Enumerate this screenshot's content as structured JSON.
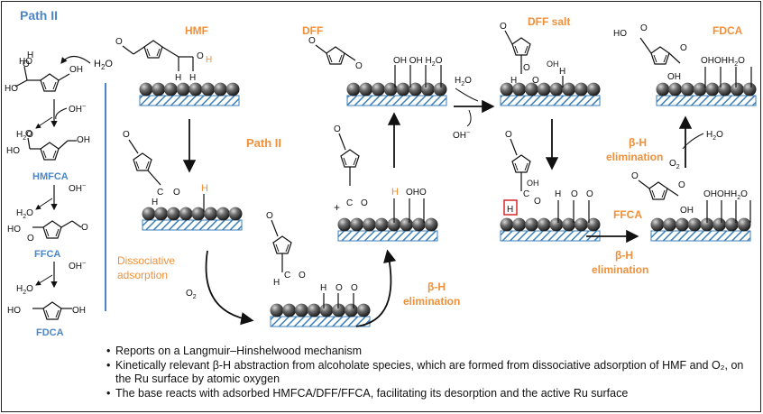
{
  "path_label": "Path II",
  "species": {
    "hmf": "HMF",
    "dff": "DFF",
    "dff_salt": "DFF salt",
    "fdca": "FDCA",
    "hmfca": "HMFCA",
    "ffca": "FFCA",
    "ffca_main": "FFCA",
    "fdca_left": "FDCA"
  },
  "labels": {
    "path_ii_center": "Path II",
    "dissociative_1": "Dissociative",
    "dissociative_2": "adsorption",
    "beta_h": "β-H",
    "elimination": "elimination",
    "o2": "O",
    "o2_sub": "2",
    "h2o": "H",
    "h2o_sub": "2",
    "h2o_o": "O",
    "oh_minus": "OH",
    "oh_sup": "−",
    "oh": "OH",
    "h": "H",
    "o": "O",
    "oho": "OHO",
    "ohohh2o": "OHOHH",
    "ohoh": "OH OH H",
    "plus": "+"
  },
  "notes": [
    "Reports on a Langmuir–Hinshelwood mechanism",
    "Kinetically relevant β-H abstraction from alcoholate species, which are formed from dissociative adsorption of HMF and O₂, on the Ru surface by atomic oxygen",
    "The base reacts with adsorbed HMFCA/DFF/FFCA, facilitating its desorption and the active Ru surface"
  ],
  "colors": {
    "orange": "#f0903a",
    "blue": "#4a86c8",
    "red_box": "#d62828",
    "surface_stripe": "#3d7fb8"
  }
}
